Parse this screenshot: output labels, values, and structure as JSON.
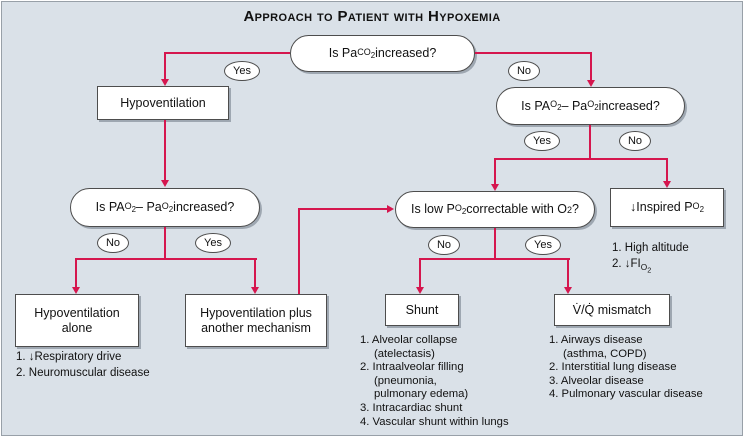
{
  "title": "Approach to Patient with Hypoxemia",
  "decision_labels": {
    "yes": "Yes",
    "no": "No"
  },
  "nodes": {
    "q_paco2": "Is Pa<sub>CO<sub>2</sub></sub> increased?",
    "hypoventilation": "Hypoventilation",
    "q_aa_gradient_left": "Is PA<sub>O<sub>2</sub></sub> &ndash; Pa<sub>O<sub>2</sub></sub> increased?",
    "q_aa_gradient_right": "Is PA<sub>O<sub>2</sub></sub> &ndash; Pa<sub>O<sub>2</sub></sub> increased?",
    "q_low_po2_correctable": "Is low P<sub>O<sub>2</sub></sub> correctable with O<sub>2</sub>?",
    "hypoventilation_alone": "Hypoventilation<br>alone",
    "hypoventilation_plus": "Hypoventilation plus<br>another mechanism",
    "inspired_po2": "↓Inspired P<sub>O<sub>2</sub></sub>",
    "shunt": "Shunt",
    "vq_mismatch": "V̇/Q̇ mismatch"
  },
  "lists": {
    "hypoventilation_alone_causes": [
      {
        "html": "1. ↓Respiratory drive"
      },
      {
        "html": "2. Neuromuscular disease"
      }
    ],
    "inspired_po2_causes": [
      {
        "html": "1. High altitude"
      },
      {
        "html": "2. ↓FI<sub>O<sub>2</sub></sub>"
      }
    ],
    "shunt_causes": [
      {
        "html": "1. Alveolar collapse"
      },
      {
        "html": "(atelectasis)",
        "indent": true
      },
      {
        "html": "2. Intraalveolar filling"
      },
      {
        "html": "(pneumonia,",
        "indent": true
      },
      {
        "html": "pulmonary edema)",
        "indent": true
      },
      {
        "html": "3. Intracardiac shunt"
      },
      {
        "html": "4. Vascular shunt within lungs"
      }
    ],
    "vq_mismatch_causes": [
      {
        "html": "1. Airways disease"
      },
      {
        "html": "(asthma, COPD)",
        "indent": true
      },
      {
        "html": "2. Interstitial lung disease"
      },
      {
        "html": "3. Alveolar disease"
      },
      {
        "html": "4. Pulmonary vascular disease"
      }
    ]
  },
  "colors": {
    "background": "#dae1e8",
    "arrow": "#d5164e",
    "node_border": "#4d4d4d",
    "text": "#111111"
  }
}
